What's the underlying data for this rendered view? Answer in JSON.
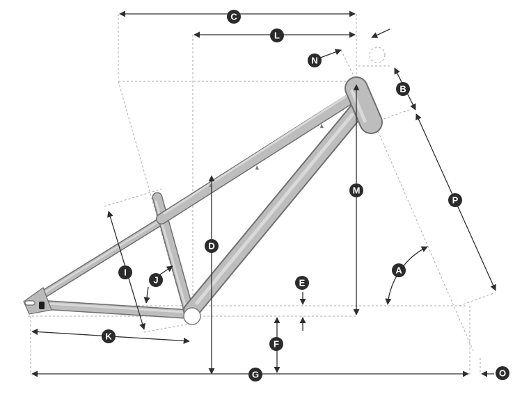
{
  "colors": {
    "frame": "#b9b9b9",
    "frame_edge": "#6f6f6f",
    "dimension_line": "#2e2e2e",
    "guide_line": "#a9a9a9",
    "badge": "#2b2b2b",
    "badge_text": "#ffffff"
  },
  "labels": {
    "A": "A",
    "B": "B",
    "C": "C",
    "D": "D",
    "E": "E",
    "F": "F",
    "G": "G",
    "I": "I",
    "J": "J",
    "K": "K",
    "L": "L",
    "M": "M",
    "N": "N",
    "O": "O",
    "P": "P"
  }
}
